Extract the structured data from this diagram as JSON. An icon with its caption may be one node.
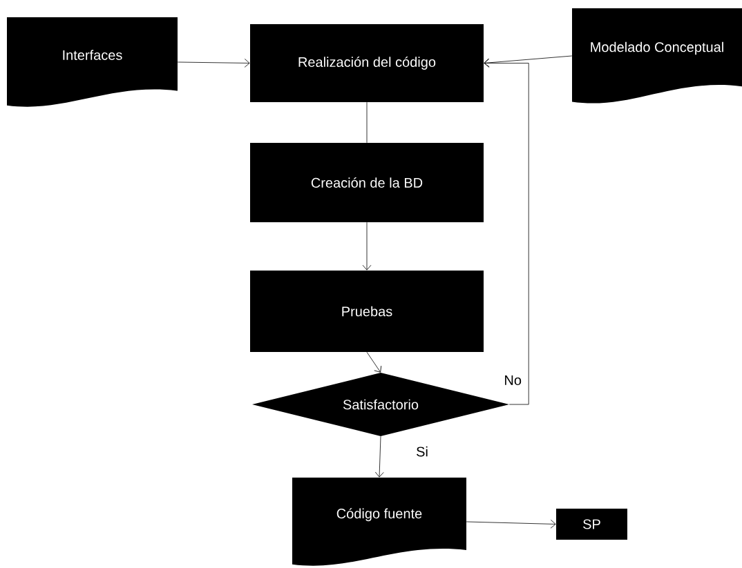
{
  "diagram": {
    "nodes": [
      {
        "text": [
          "Interfaces"
        ]
      },
      {
        "text": [
          "Realización del código"
        ]
      },
      {
        "text": [
          "Modelado Conceptual"
        ]
      },
      {
        "text": [
          "Creación de la BD"
        ]
      },
      {
        "text": [
          "Pruebas"
        ]
      },
      {
        "text": [
          "Satisfactorio"
        ]
      },
      {
        "text": [
          "Código fuente"
        ]
      },
      {
        "text": [
          "SP"
        ]
      }
    ],
    "edges": [
      {
        "from": 0,
        "to": 1,
        "arrow": "to"
      },
      {
        "from": 2,
        "to": 1,
        "arrow": "to"
      },
      {
        "from": 1,
        "to": 3,
        "arrow": "none"
      },
      {
        "from": 3,
        "to": 4,
        "arrow": "to"
      },
      {
        "from": 4,
        "to": 5,
        "arrow": "to"
      },
      {
        "from": 5,
        "to": 1,
        "arrow": "to",
        "label": "No"
      },
      {
        "from": 5,
        "to": 6,
        "arrow": "to",
        "label": "Si"
      },
      {
        "from": 6,
        "to": 7,
        "arrow": "to"
      }
    ]
  }
}
